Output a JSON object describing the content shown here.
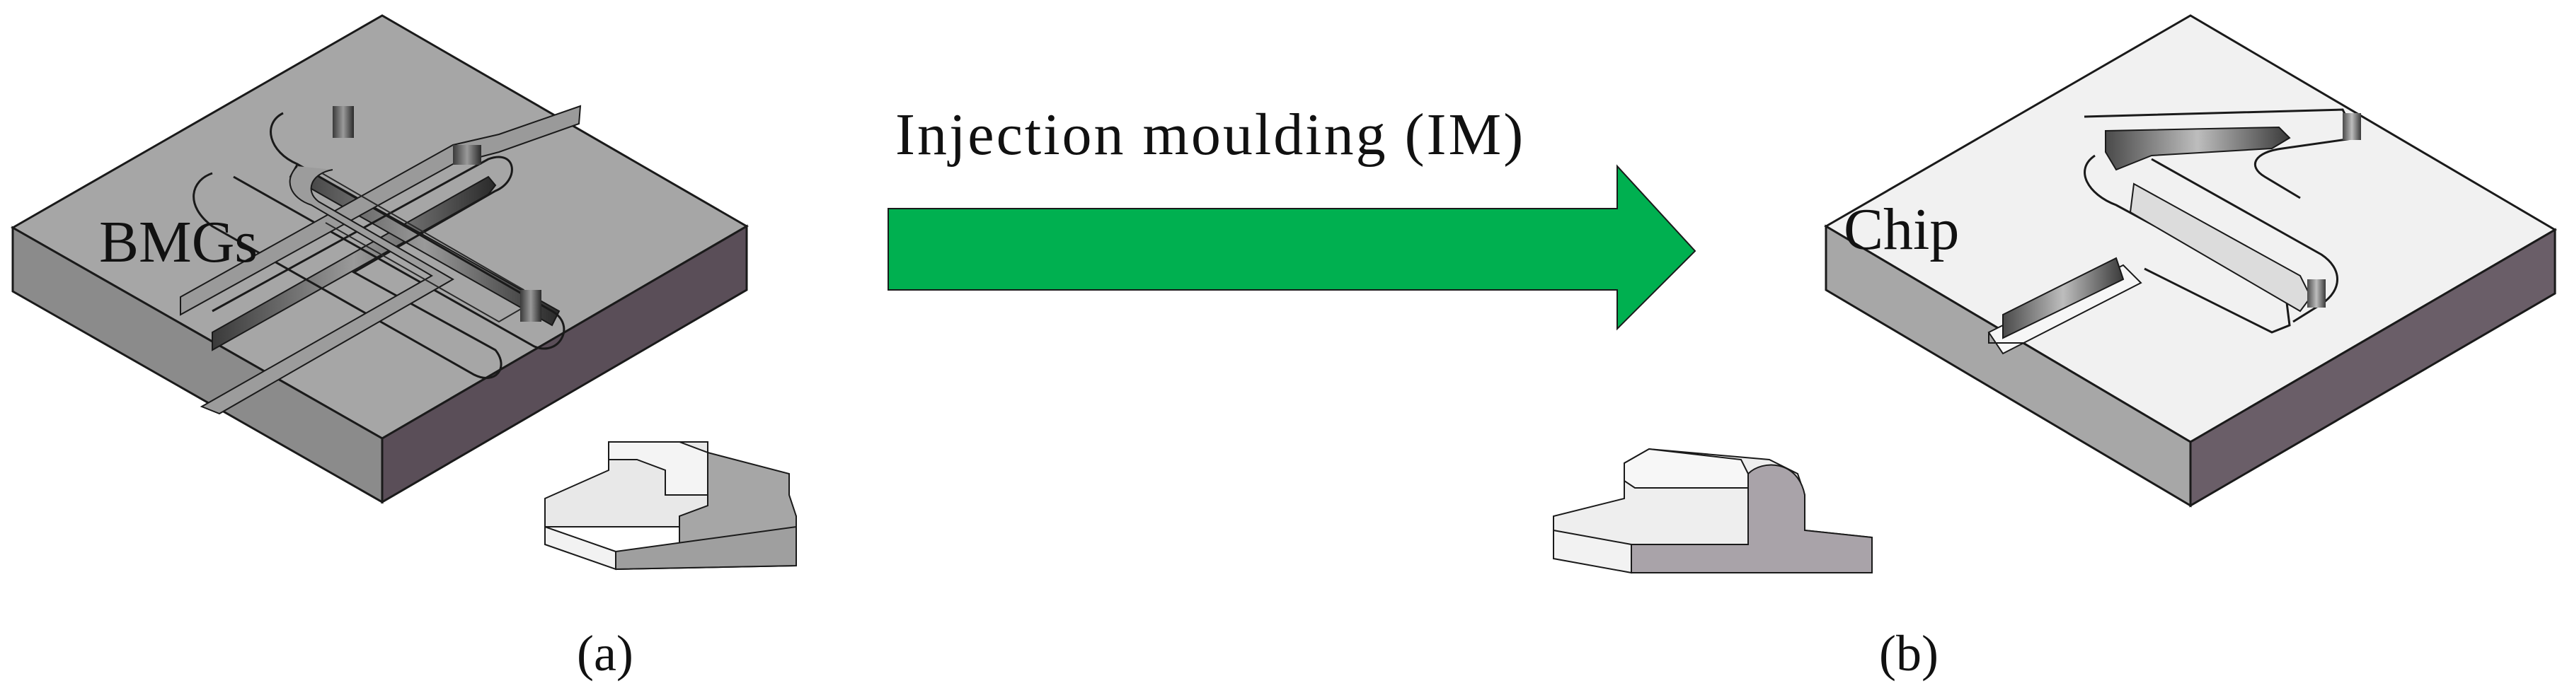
{
  "labels": {
    "mold_label": "BMGs",
    "chip_label": "Chip",
    "process_label": "Injection moulding (IM)",
    "caption_a": "(a)",
    "caption_b": "(b)"
  },
  "colors": {
    "mold_top": "#a6a6a6",
    "mold_side_left": "#8b8b8b",
    "mold_side_right": "#5a4e58",
    "chip_top": "#f1f1f1",
    "chip_side_left": "#a7a7a7",
    "chip_side_right": "#6a5e68",
    "arrow_fill": "#00b050",
    "outline": "#1a1a1a"
  }
}
